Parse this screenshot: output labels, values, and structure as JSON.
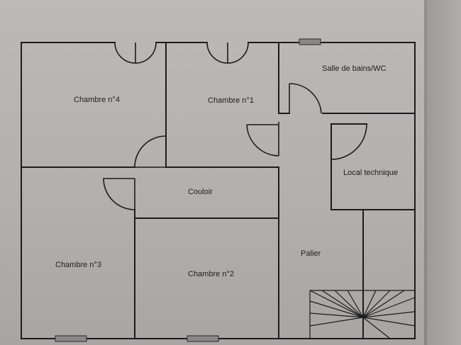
{
  "plan": {
    "rooms": [
      {
        "id": "chambre-4",
        "label": "Chambre n°4"
      },
      {
        "id": "chambre-1",
        "label": "Chambre n°1"
      },
      {
        "id": "salle-de-bains",
        "label": "Salle de bains/WC"
      },
      {
        "id": "local-technique",
        "label": "Local technique"
      },
      {
        "id": "couloir",
        "label": "Couloir"
      },
      {
        "id": "palier",
        "label": "Palier"
      },
      {
        "id": "chambre-3",
        "label": "Chambre n°3"
      },
      {
        "id": "chambre-2",
        "label": "Chambre n°2"
      }
    ]
  },
  "colors": {
    "wall": "#1c1c1c",
    "paper": "#b7b4b2",
    "window": "#8a8886"
  }
}
